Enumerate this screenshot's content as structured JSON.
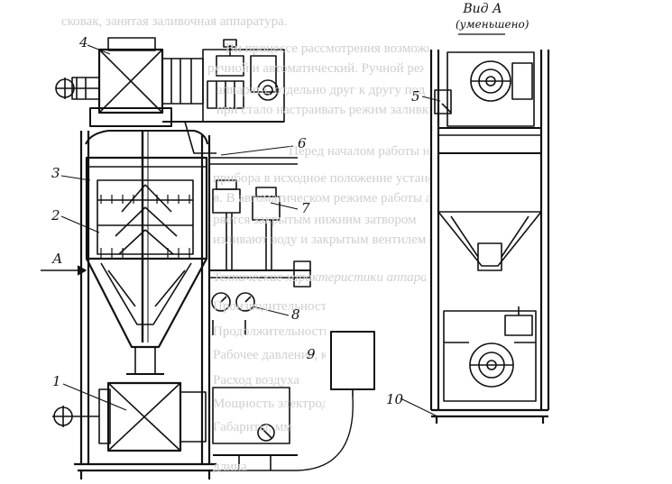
{
  "colors": {
    "ink": "#111111",
    "paper": "#ffffff",
    "faded_text": "#cfcfcf"
  },
  "view": {
    "title": "Вид А",
    "subtitle": "(уменьшено)",
    "arrow_label": "А"
  },
  "callouts": {
    "c1": "1",
    "c2": "2",
    "c3": "3",
    "c4": "4",
    "c5": "5",
    "c6": "6",
    "c7": "7",
    "c8": "8",
    "c9": "9",
    "c10": "10"
  },
  "background_text": [
    "сковак, занятая заливочная аппаратура.",
    "Ви процессе рассмотрения возможности работы",
    "ручной и автоматический. Ручной режим",
    "аппарата, отдельно друг к другу подключены",
    "при стало настраивать режим заливки.",
    "Перед началом работы необходимо проверить",
    "прибора в исходное положение установить",
    "в. В автоматическом режиме работы аппарат",
    "ряется закрытым нижним затвором",
    "изливают воду и закрытым вентилем.",
    "Технические характеристики аппарата",
    "Производительность по заготовкам при",
    "Продолжительность одного цикла",
    "Рабочее давление, кПа",
    "Расход воздуха",
    "Мощность электродвигателя, кВт",
    "Габариты, мм",
    "длина"
  ]
}
